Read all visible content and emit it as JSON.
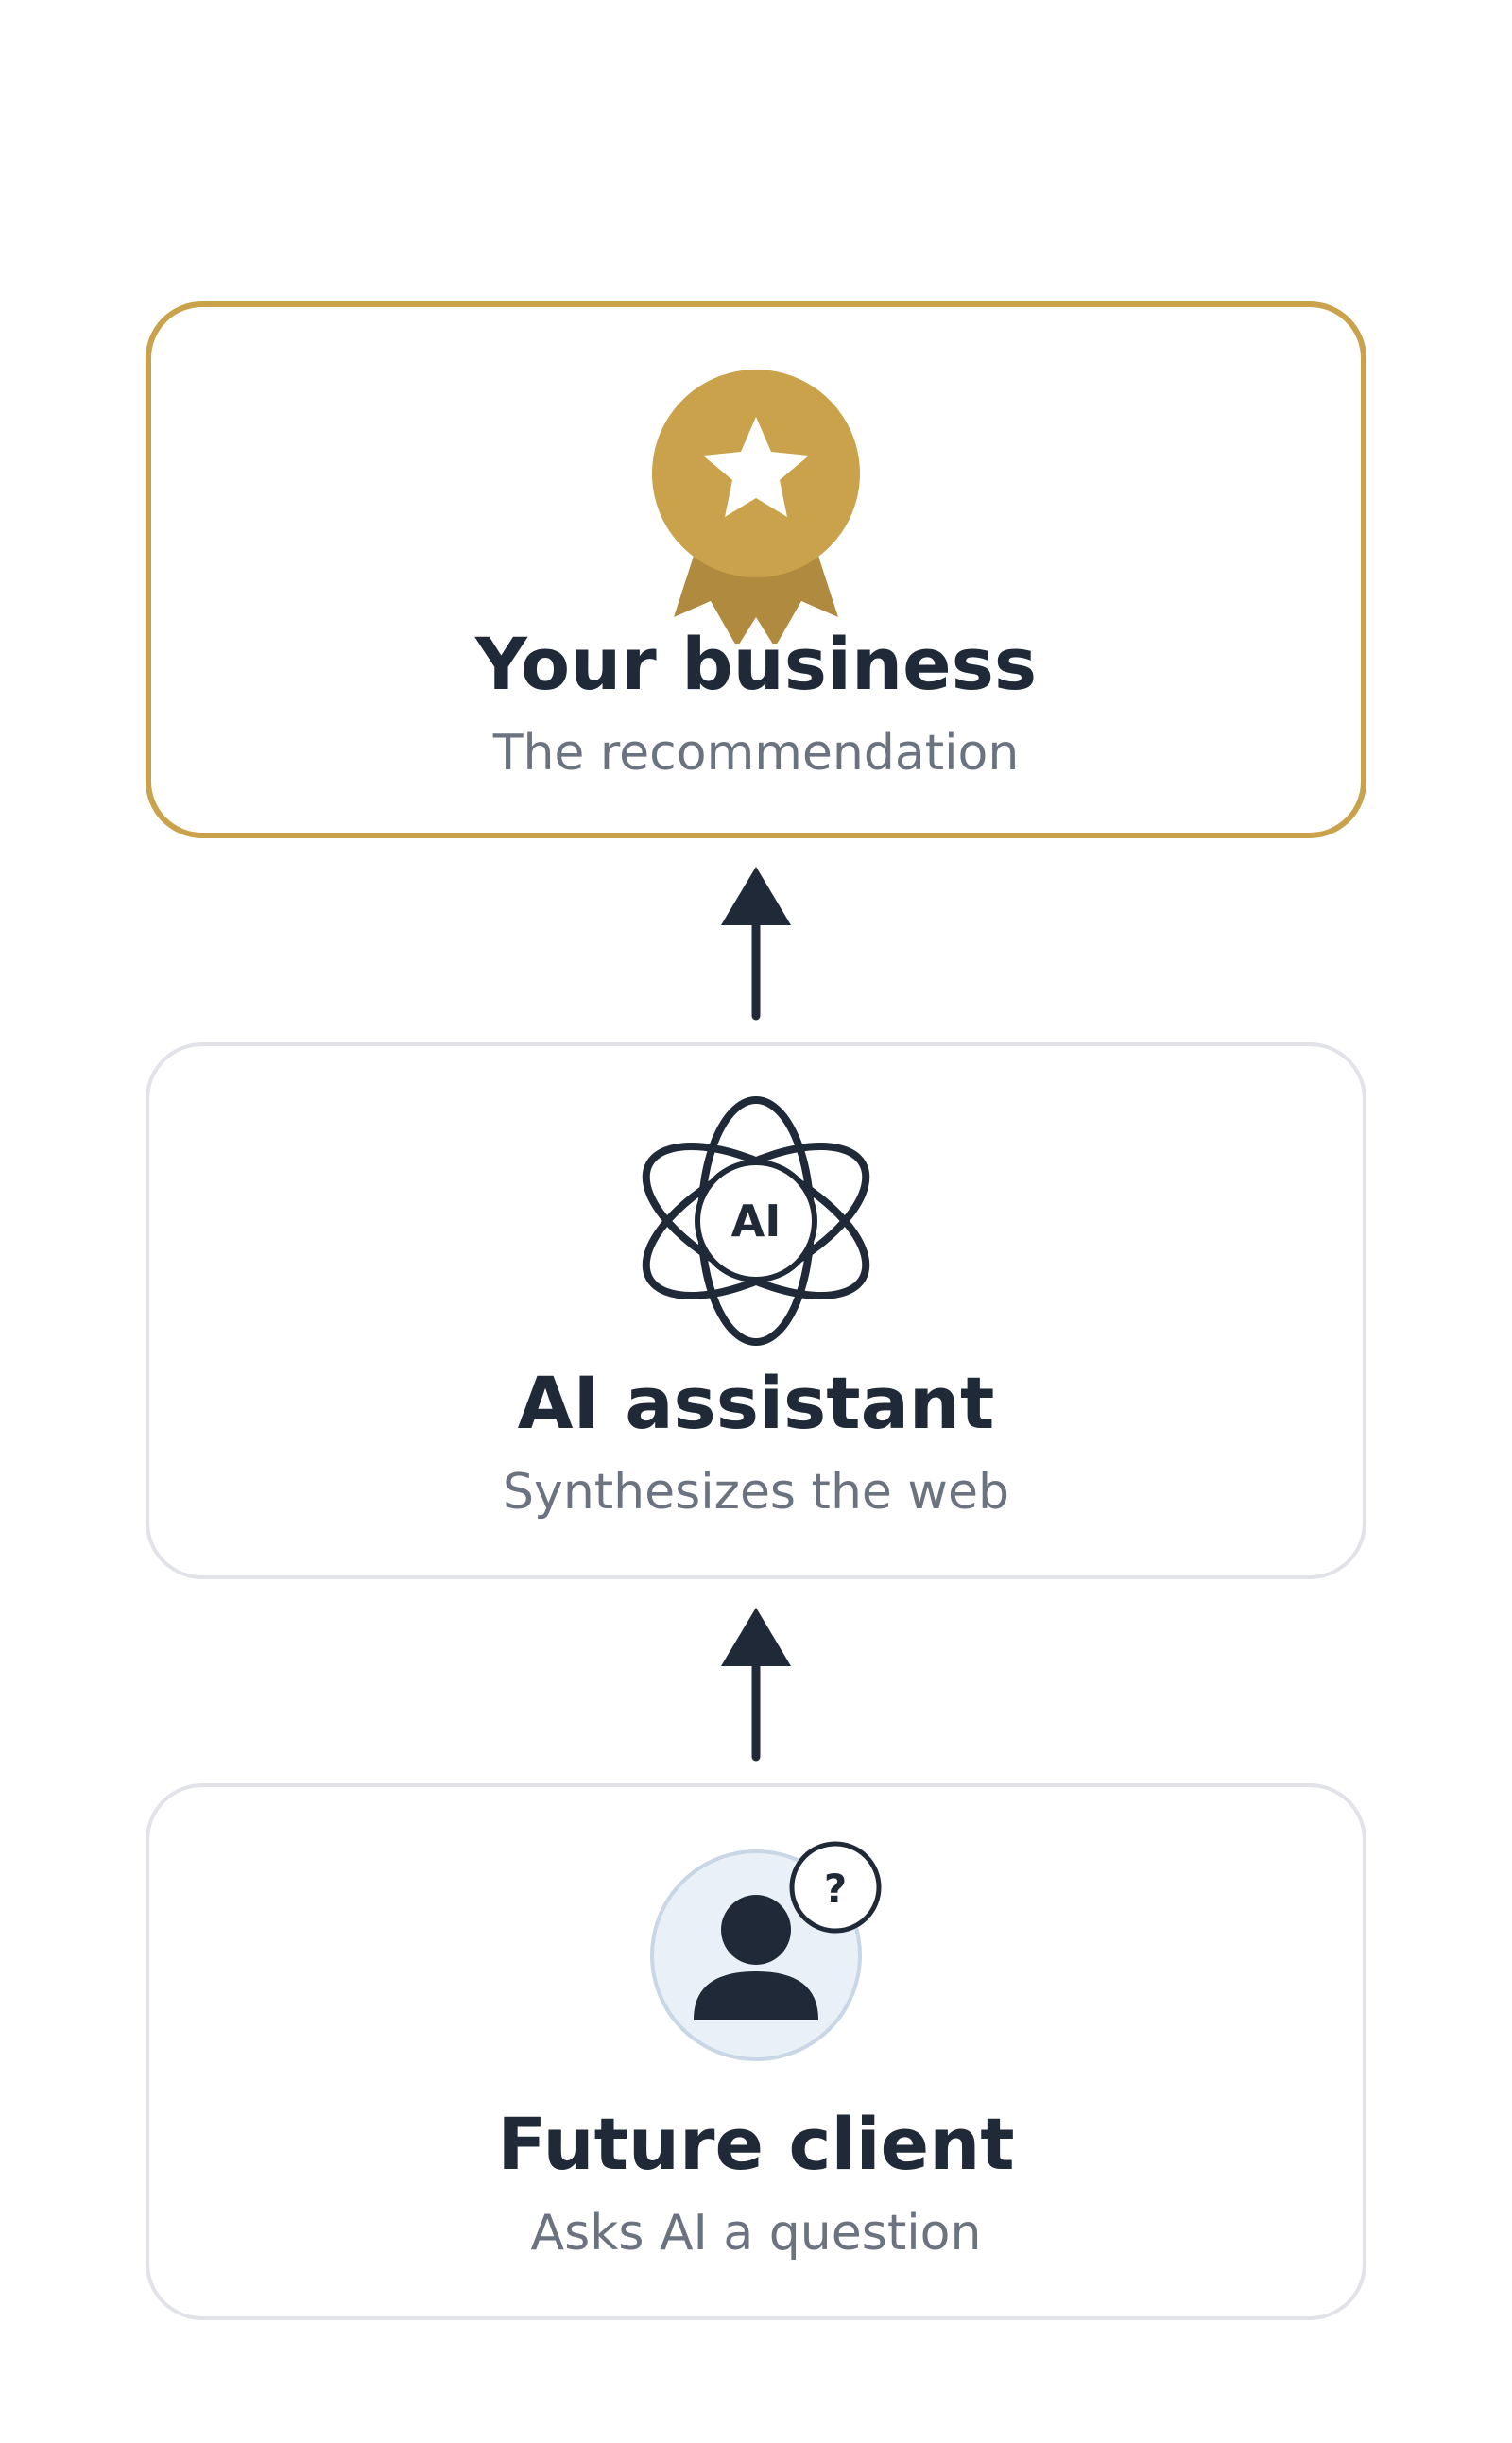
{
  "steps": [
    {
      "title": "Your business",
      "subtitle": "The recommendation",
      "icon": "award-badge-icon"
    },
    {
      "title": "AI assistant",
      "subtitle": "Synthesizes the web",
      "icon": "ai-atom-icon",
      "icon_text": "AI"
    },
    {
      "title": "Future client",
      "subtitle": "Asks AI a question",
      "icon": "person-question-icon",
      "icon_text": "?"
    }
  ],
  "colors": {
    "gold": "#c9a24b",
    "gold_dark": "#b08a3e",
    "dark": "#1f2937",
    "muted": "#6b7280",
    "card_border": "#e2e3e8",
    "avatar_bg": "#e9f0f8",
    "avatar_border": "#c9d6e6"
  }
}
